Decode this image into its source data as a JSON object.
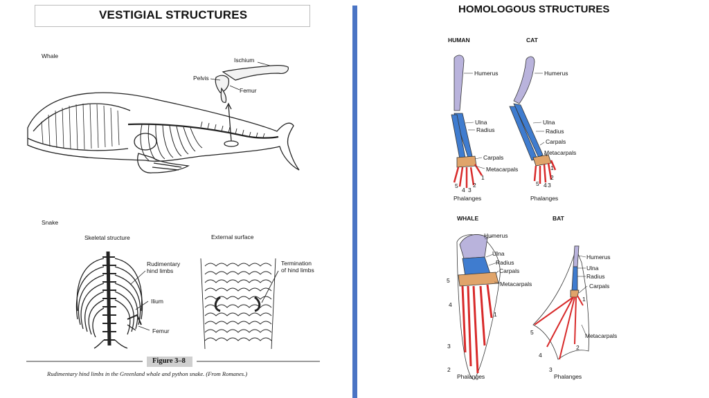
{
  "left": {
    "title": "VESTIGIAL STRUCTURES",
    "whale": {
      "heading": "Whale",
      "labels": {
        "ischium": "Ischium",
        "pelvis": "Pelvis",
        "femur": "Femur"
      }
    },
    "snake": {
      "heading": "Snake",
      "skeletal_heading": "Skeletal structure",
      "external_heading": "External surface",
      "labels": {
        "rudimentary": "Rudimentary",
        "hind_limbs": "hind limbs",
        "ilium": "Ilium",
        "femur": "Femur",
        "termination": "Termination",
        "of_hind_limbs": "of hind limbs"
      }
    },
    "figure_label": "Figure 3–8",
    "caption": "Rudimentary hind limbs in the Greenland whale and python snake. (From Romanes.)"
  },
  "right": {
    "title": "HOMOLOGOUS STRUCTURES",
    "human": {
      "heading": "HUMAN",
      "labels": {
        "humerus": "Humerus",
        "ulna": "Ulna",
        "radius": "Radius",
        "carpals": "Carpals",
        "metacarpals": "Metacarpals",
        "phalanges": "Phalanges"
      },
      "digits": {
        "d1": "1",
        "d2": "2",
        "d3": "3",
        "d4": "4",
        "d5": "5"
      }
    },
    "cat": {
      "heading": "CAT",
      "labels": {
        "humerus": "Humerus",
        "ulna": "Ulna",
        "radius": "Radius",
        "carpals": "Carpals",
        "metacarpals": "Metacarpals",
        "phalanges": "Phalanges"
      },
      "digits": {
        "d1": "1",
        "d2": "2",
        "d3": "3",
        "d4": "4",
        "d5": "5"
      }
    },
    "whale": {
      "heading": "WHALE",
      "labels": {
        "humerus": "Humerus",
        "ulna": "Ulna",
        "radius": "Radius",
        "carpals": "Carpals",
        "metacarpals": "Metacarpals",
        "phalanges": "Phalanges"
      },
      "digits": {
        "d1": "1",
        "d2": "2",
        "d3": "3",
        "d4": "4",
        "d5": "5"
      }
    },
    "bat": {
      "heading": "BAT",
      "labels": {
        "humerus": "Humerus",
        "ulna": "Ulna",
        "radius": "Radius",
        "carpals": "Carpals",
        "metacarpals": "Metacarpals",
        "phalanges": "Phalanges"
      },
      "digits": {
        "d1": "1",
        "d2": "2",
        "d3": "3",
        "d4": "4",
        "d5": "5"
      }
    }
  },
  "colors": {
    "divider": "#4a74c4",
    "humerus": "#b9b3dc",
    "ulna_radius": "#3f7ccf",
    "carpals": "#e0a46a",
    "phalanges": "#d82a2a"
  }
}
